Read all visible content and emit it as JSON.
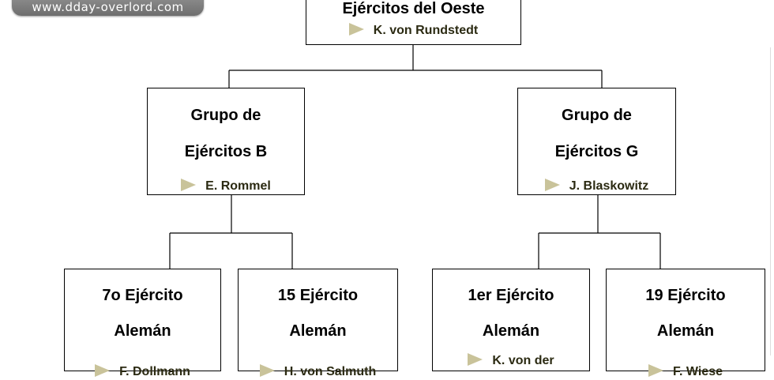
{
  "watermark": "www.dday-overlord.com",
  "root": {
    "name": "Ejércitos del Oeste",
    "commander": "K. von Rundstedt"
  },
  "groups": [
    {
      "name_line1": "Grupo de",
      "name_line2": "Ejércitos B",
      "commander": "E. Rommel",
      "armies": [
        {
          "name_line1": "7o Ejército",
          "name_line2": "Alemán",
          "commander": "F. Dollmann"
        },
        {
          "name_line1": "15 Ejército",
          "name_line2": "Alemán",
          "commander": "H. von Salmuth"
        }
      ]
    },
    {
      "name_line1": "Grupo de",
      "name_line2": "Ejércitos G",
      "commander": "J. Blaskowitz",
      "armies": [
        {
          "name_line1": "1er Ejército",
          "name_line2": "Alemán",
          "commander": "K. von der"
        },
        {
          "name_line1": "19 Ejército",
          "name_line2": "Alemán",
          "commander": "F. Wiese"
        }
      ]
    }
  ],
  "colors": {
    "arrow": "#c9c39a",
    "commander_text": "#2b2a12",
    "border": "#000000"
  }
}
